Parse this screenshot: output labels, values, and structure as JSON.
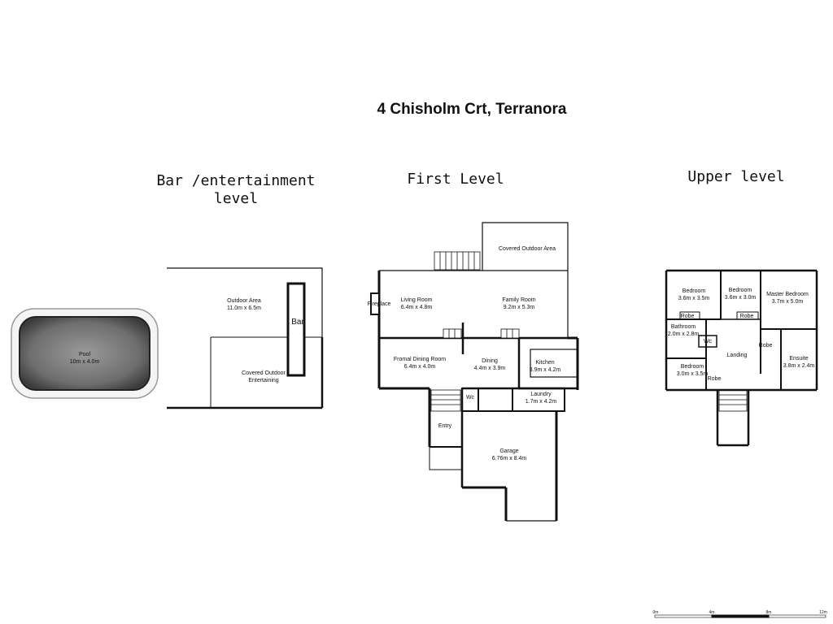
{
  "title": "4 Chisholm Crt, Terranora",
  "levels": {
    "bar": "Bar /entertainment level",
    "first": "First Level",
    "upper": "Upper level"
  },
  "rooms": {
    "pool": {
      "name": "Pool",
      "size": "10m x 4.0m"
    },
    "outdoor": {
      "name": "Outdoor Area",
      "size": "11.0m x 6.5m"
    },
    "bar": {
      "name": "Bar"
    },
    "covered_ent_1": {
      "name": "Covered Outdoor"
    },
    "covered_ent_2": {
      "name": "Entertaining"
    },
    "covered_outdoor": {
      "name": "Covered Outdoor Area"
    },
    "fireplace": {
      "name": "Fireplace"
    },
    "living": {
      "name": "Living Room",
      "size": "6.4m x 4.8m"
    },
    "family": {
      "name": "Family Room",
      "size": "9.2m x 5.3m"
    },
    "formal_dining": {
      "name": "Fromal Dining Room",
      "size": "6.4m x 4.0m"
    },
    "dining": {
      "name": "Dining",
      "size": "4.4m x 3.9m"
    },
    "kitchen": {
      "name": "Kitchen",
      "size": "3.9m x 4.2m"
    },
    "wc1": {
      "name": "Wc"
    },
    "laundry": {
      "name": "Laundry",
      "size": "1.7m x 4.2m"
    },
    "entry": {
      "name": "Entry"
    },
    "garage": {
      "name": "Garage",
      "size": "6.76m x 8.4m"
    },
    "bed1": {
      "name": "Bedroom",
      "size": "3.6m x 3.5m"
    },
    "bed2": {
      "name": "Bedroom",
      "size": "3.6m x 3.0m"
    },
    "master": {
      "name": "Master Bedroom",
      "size": "3.7m x 5.0m"
    },
    "robe1": {
      "name": "Robe"
    },
    "robe2": {
      "name": "Robe"
    },
    "robe3": {
      "name": "Robe"
    },
    "robe4": {
      "name": "Robe"
    },
    "bathroom": {
      "name": "Bathroom",
      "size": "2.0m x 2.8m"
    },
    "wc2": {
      "name": "Wc"
    },
    "landing": {
      "name": "Landing"
    },
    "bed3": {
      "name": "Bedroom",
      "size": "3.0m x 3.5m"
    },
    "ensuite": {
      "name": "Ensuite",
      "size": "3.8m x 2.4m"
    }
  },
  "scale": {
    "t0": "0m",
    "t1": "4m",
    "t2": "8m",
    "t3": "12m"
  }
}
